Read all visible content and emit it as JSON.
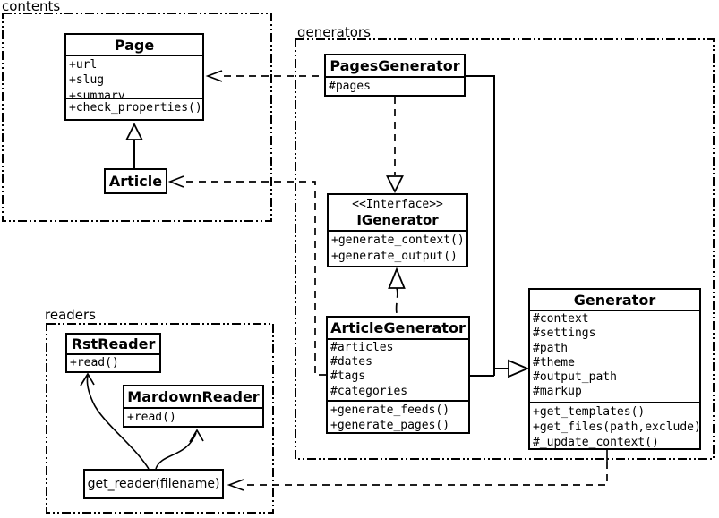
{
  "diagram": {
    "background": "#ffffff",
    "stroke": "#000000"
  },
  "packages": {
    "contents": {
      "label": "contents"
    },
    "generators": {
      "label": "generators"
    },
    "readers": {
      "label": "readers"
    }
  },
  "classes": {
    "page": {
      "title": "Page",
      "attributes": [
        "+url",
        "+slug",
        "+summary"
      ],
      "methods": [
        "+check_properties()"
      ]
    },
    "article": {
      "title": "Article"
    },
    "pages_generator": {
      "title": "PagesGenerator",
      "attributes": [
        "#pages"
      ]
    },
    "igenerator": {
      "stereotype": "<<Interface>>",
      "title": "IGenerator",
      "methods": [
        "+generate_context()",
        "+generate_output()"
      ]
    },
    "article_generator": {
      "title": "ArticleGenerator",
      "attributes": [
        "#articles",
        "#dates",
        "#tags",
        "#categories"
      ],
      "methods": [
        "+generate_feeds()",
        "+generate_pages()"
      ]
    },
    "generator": {
      "title": "Generator",
      "attributes": [
        "#context",
        "#settings",
        "#path",
        "#theme",
        "#output_path",
        "#markup"
      ],
      "methods": [
        "+get_templates()",
        "+get_files(path,exclude)",
        "#_update_context()"
      ]
    },
    "rst_reader": {
      "title": "RstReader",
      "methods": [
        "+read()"
      ]
    },
    "mardown_reader": {
      "title": "MardownReader",
      "methods": [
        "+read()"
      ]
    },
    "get_reader": {
      "title": "get_reader(filename)"
    }
  }
}
